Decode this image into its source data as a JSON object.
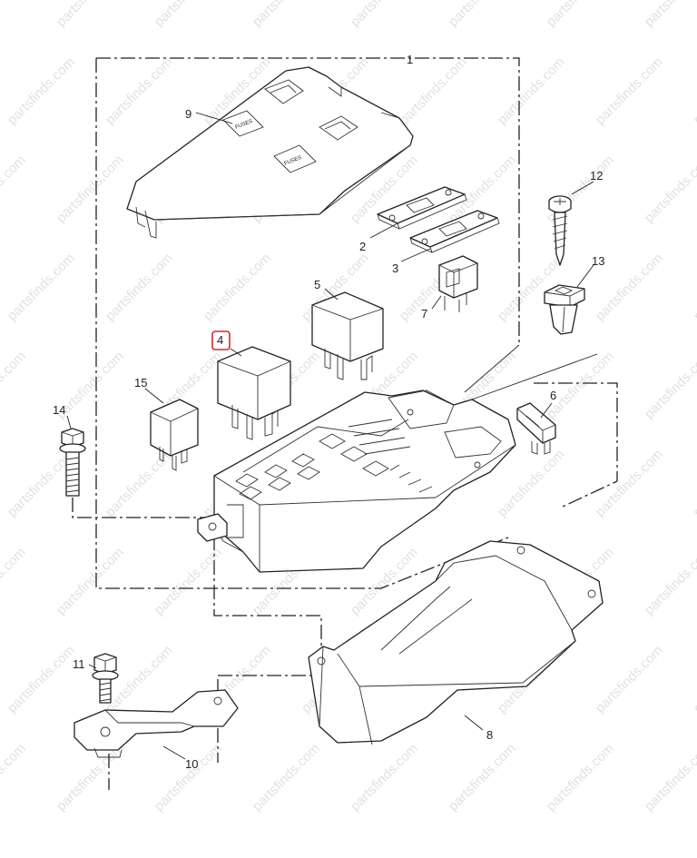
{
  "watermark": "partsfinds.com",
  "highlight_color": "#d62828",
  "cover_text": "FUSES",
  "callouts": {
    "c1": "1",
    "c2": "2",
    "c3": "3",
    "c4": "4",
    "c5": "5",
    "c6": "6",
    "c7": "7",
    "c8": "8",
    "c9": "9",
    "c10": "10",
    "c11": "11",
    "c12": "12",
    "c13": "13",
    "c14": "14",
    "c15": "15"
  },
  "highlighted_callout": "4"
}
